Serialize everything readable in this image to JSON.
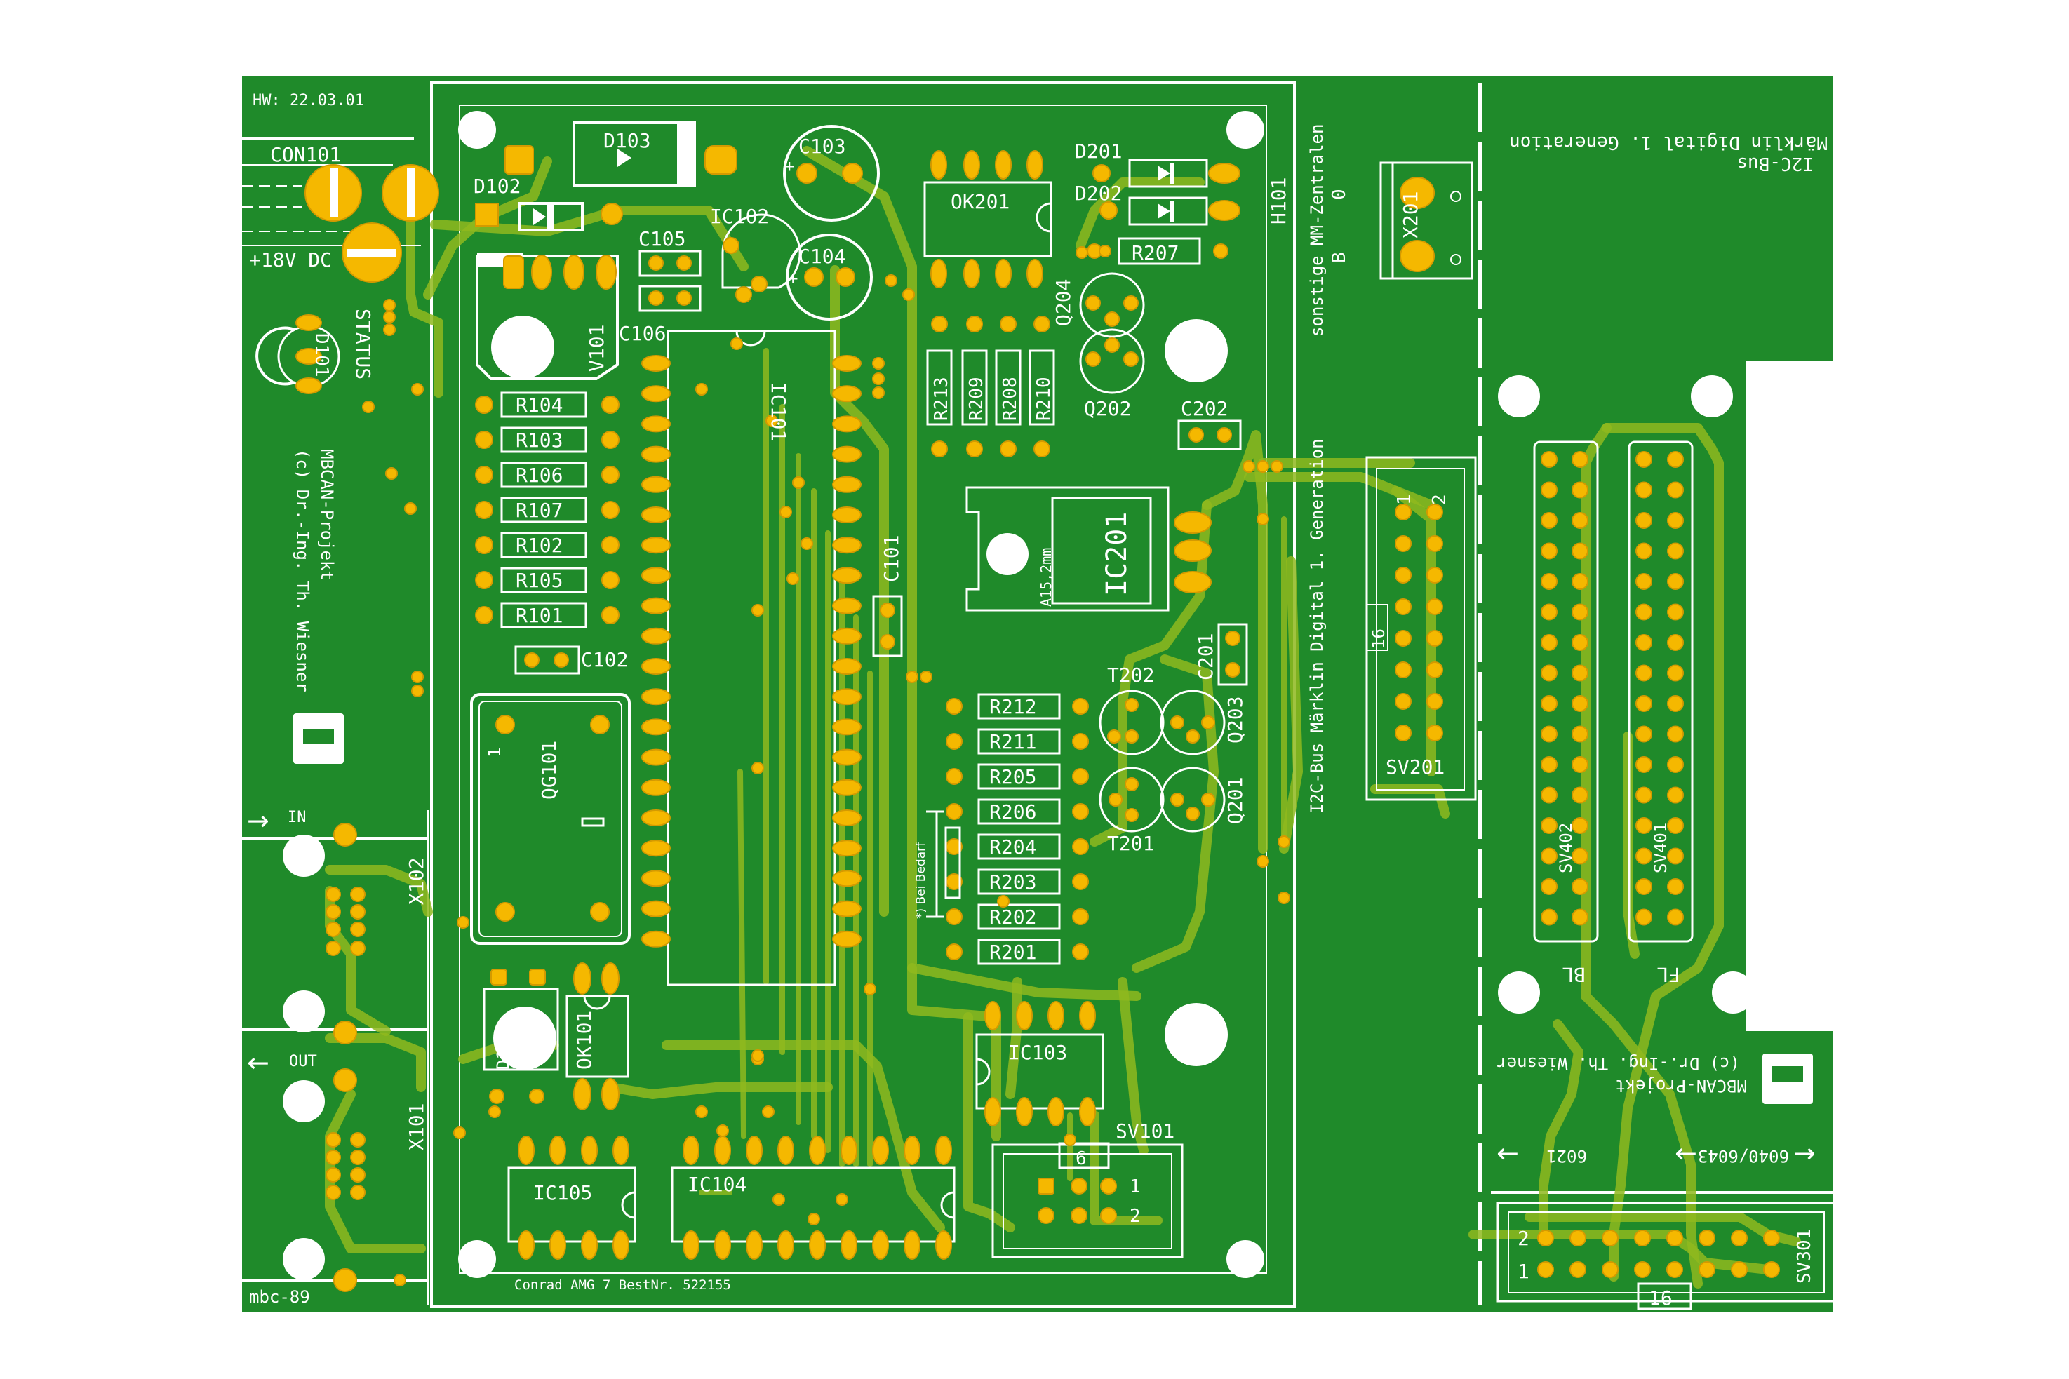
{
  "board": {
    "colors": {
      "substrate": "#1f8a2a",
      "copper": "#f5b800",
      "silk": "#ffffff",
      "trace": "#8fb81e"
    },
    "hw_date": "HW: 22.03.01",
    "board_id": "mbc-89",
    "power_label": "+18V DC",
    "status_label": "STATUS",
    "project_name": "MBCAN-Projekt",
    "copyright": "(c) Dr.-Ing. Th. Wiesner",
    "project_name_right": "MBCAN-Projekt",
    "copyright_right": "(c) Dr.-Ing. Th. Wiesner",
    "purchase_note": "Conrad AMG 7 BestNr. 522155",
    "bus_title_line1": "I2C-Bus",
    "bus_title_line2": "Märklin Digital 1. Generation",
    "bus_vertical_text": "I2C-Bus Märklin Digital 1. Generation",
    "other_central_text": "sonstige MM-Zentralen",
    "b_label": "B",
    "zero_label": "0",
    "in_label": "IN",
    "out_label": "OUT",
    "bei_bedarf": "*) Bei Bedarf",
    "arrow_6021": "6021",
    "arrow_6040": "6040/6043",
    "fl_label": "FL",
    "bl_label": "BL",
    "pin1": "1",
    "pin2": "2",
    "pin6": "6",
    "pin16": "16",
    "arrow_right": "→",
    "arrow_left": "←"
  },
  "components": {
    "con101": "CON101",
    "d101": "D101",
    "d102": "D102",
    "d103": "D103",
    "c103": "C103",
    "c104": "C104",
    "c105": "C105",
    "c106": "C106",
    "ic102": "IC102",
    "v101": "V101",
    "ic101": "IC101",
    "c101": "C101",
    "c102": "C102",
    "qg101": "QG101",
    "qg_pin": "1",
    "ok201": "OK201",
    "d201": "D201",
    "d202": "D202",
    "r207": "R207",
    "q204": "Q204",
    "q202": "Q202",
    "c202": "C202",
    "h101": "H101",
    "x201": "X201",
    "ic201": "IC201",
    "ic201_note": "A15,2mm",
    "r213": "R213",
    "r209": "R209",
    "r208": "R208",
    "r210": "R210",
    "t202": "T202",
    "t201": "T201",
    "c201": "C201",
    "q203": "Q203",
    "q201": "Q201",
    "sv201": "SV201",
    "r212": "R212",
    "r211": "R211",
    "r205": "R205",
    "r206": "R206",
    "r204": "R204",
    "r203": "R203",
    "r202": "R202",
    "r201": "R201",
    "r104": "R104",
    "r103": "R103",
    "r106": "R106",
    "r107": "R107",
    "r102": "R102",
    "r105": "R105",
    "r101": "R101",
    "x102": "X102",
    "x101": "X101",
    "d108": "D108",
    "ok101": "OK101",
    "ic103": "IC103",
    "sv101": "SV101",
    "ic105": "IC105",
    "ic104": "IC104",
    "sv301": "SV301",
    "sv401": "SV401",
    "sv402": "SV402"
  }
}
